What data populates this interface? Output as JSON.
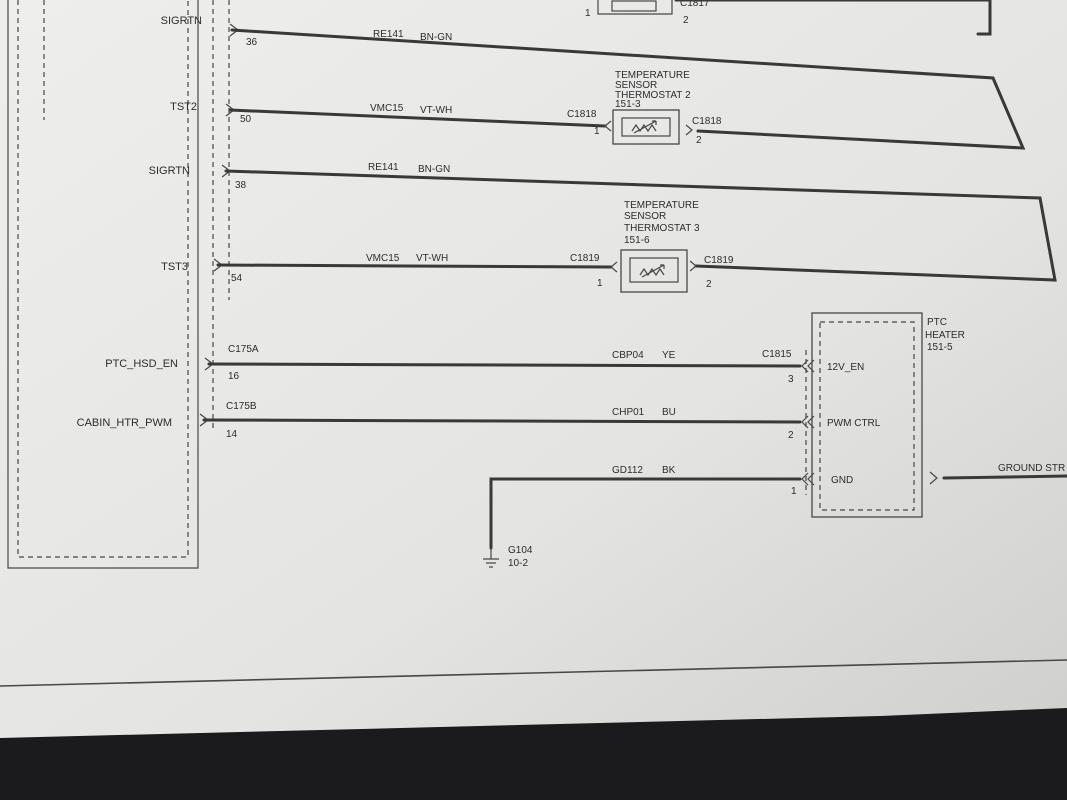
{
  "module_pins": [
    {
      "id": "sigrtn1",
      "name": "SIGRTN",
      "pin": "36"
    },
    {
      "id": "tst2",
      "name": "TST2",
      "pin": "50"
    },
    {
      "id": "sigrtn2",
      "name": "SIGRTN",
      "pin": "38"
    },
    {
      "id": "tst3",
      "name": "TST3",
      "pin": "54"
    },
    {
      "id": "ptc",
      "name": "PTC_HSD_EN",
      "pin": "16",
      "connector": "C175A"
    },
    {
      "id": "cabin",
      "name": "CABIN_HTR_PWM",
      "pin": "14",
      "connector": "C175B"
    }
  ],
  "wires": {
    "sigrtn1": {
      "circuit": "RE141",
      "color": "BN-GN"
    },
    "tst2": {
      "circuit": "VMC15",
      "color": "VT-WH"
    },
    "sigrtn2": {
      "circuit": "RE141",
      "color": "BN-GN"
    },
    "tst3": {
      "circuit": "VMC15",
      "color": "VT-WH"
    },
    "ptc": {
      "circuit": "CBP04",
      "color": "YE"
    },
    "cabin": {
      "circuit": "CHP01",
      "color": "BU"
    },
    "gnd": {
      "circuit": "GD112",
      "color": "BK"
    }
  },
  "sensor_top": {
    "connector": "C1817",
    "pin_right": "2",
    "pin_left": "1"
  },
  "sensor2": {
    "title_lines": [
      "TEMPERATURE",
      "SENSOR",
      "THERMOSTAT 2",
      "151-3"
    ],
    "left_connector": "C1818",
    "left_pin": "1",
    "right_connector": "C1818",
    "right_pin": "2"
  },
  "sensor3": {
    "title_lines": [
      "TEMPERATURE",
      "SENSOR",
      "THERMOSTAT 3",
      "151-6"
    ],
    "left_connector": "C1819",
    "left_pin": "1",
    "right_connector": "C1819",
    "right_pin": "2"
  },
  "heater": {
    "title_lines": [
      "PTC",
      "HEATER",
      "151-5"
    ],
    "connector": "C1815",
    "pins": [
      {
        "label": "12V_EN",
        "pin": "3"
      },
      {
        "label": "PWM CTRL",
        "pin": "2"
      },
      {
        "label": "GND",
        "pin": "1"
      }
    ],
    "output": "GROUND STR"
  },
  "ground": {
    "name": "G104",
    "ref": "10-2"
  }
}
